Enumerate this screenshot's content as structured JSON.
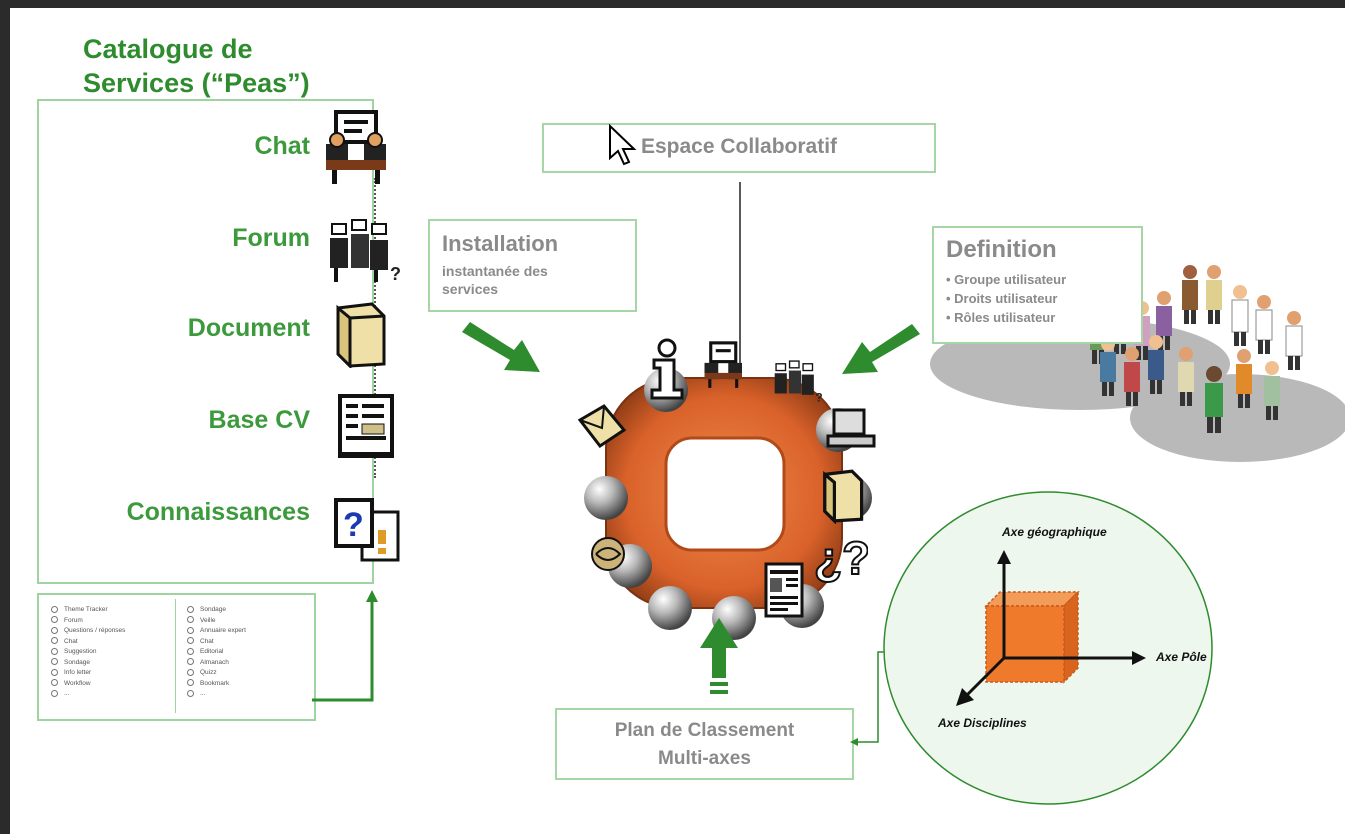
{
  "catalogue": {
    "title_line1": "Catalogue de",
    "title_line2": "Services (“Peas”)",
    "services": [
      {
        "label": "Chat",
        "icon": "chat-icon"
      },
      {
        "label": "Forum",
        "icon": "forum-icon"
      },
      {
        "label": "Document",
        "icon": "document-icon"
      },
      {
        "label": "Base CV",
        "icon": "base-cv-icon"
      },
      {
        "label": "Connaissances",
        "icon": "connaissances-icon"
      }
    ],
    "list_left": [
      "Theme Tracker",
      "Forum",
      "Questions / réponses",
      "Chat",
      "Suggestion",
      "Sondage",
      "Info letter",
      "Workflow",
      "..."
    ],
    "list_right": [
      "Sondage",
      "Veille",
      "Annuaire expert",
      "Chat",
      "Editorial",
      "Almanach",
      "Quizz",
      "Bookmark",
      "..."
    ]
  },
  "installation": {
    "title": "Installation",
    "subtitle_line1": "instantanée des",
    "subtitle_line2": "services"
  },
  "espace": {
    "title": "Espace Collaboratif"
  },
  "definition": {
    "title": "Definition",
    "items": [
      "• Groupe utilisateur",
      "• Droits utilisateur",
      "• Rôles utilisateur"
    ]
  },
  "plan": {
    "line1": "Plan de Classement",
    "line2": "Multi-axes"
  },
  "axes": {
    "geographique": "Axe géographique",
    "pole": "Axe Pôle",
    "disciplines": "Axe Disciplines"
  },
  "colors": {
    "accent_green": "#2e8b2e",
    "box_border": "#a6d6a6",
    "ring_orange": "#d9612a",
    "cube_orange": "#f07a2c"
  }
}
